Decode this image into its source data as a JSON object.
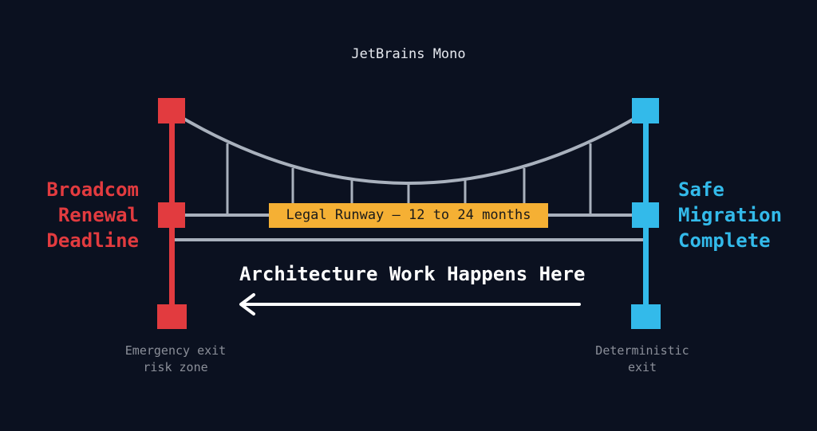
{
  "font_caption": "JetBrains Mono",
  "left_side": {
    "lines": [
      "Broadcom",
      "Renewal",
      "Deadline"
    ],
    "note_lines": [
      "Emergency exit",
      "risk zone"
    ],
    "color": "#e23b3f"
  },
  "right_side": {
    "lines": [
      "Safe",
      "Migration",
      "Complete"
    ],
    "note_lines": [
      "Deterministic",
      "exit"
    ],
    "color": "#33baea"
  },
  "runway_label": "Legal Runway — 12 to 24 months",
  "runway_color": "#f5b034",
  "work_label": "Architecture Work Happens Here",
  "arrow_direction": "left",
  "cable_color": "#a9b1bd",
  "background_color": "#0b1120"
}
